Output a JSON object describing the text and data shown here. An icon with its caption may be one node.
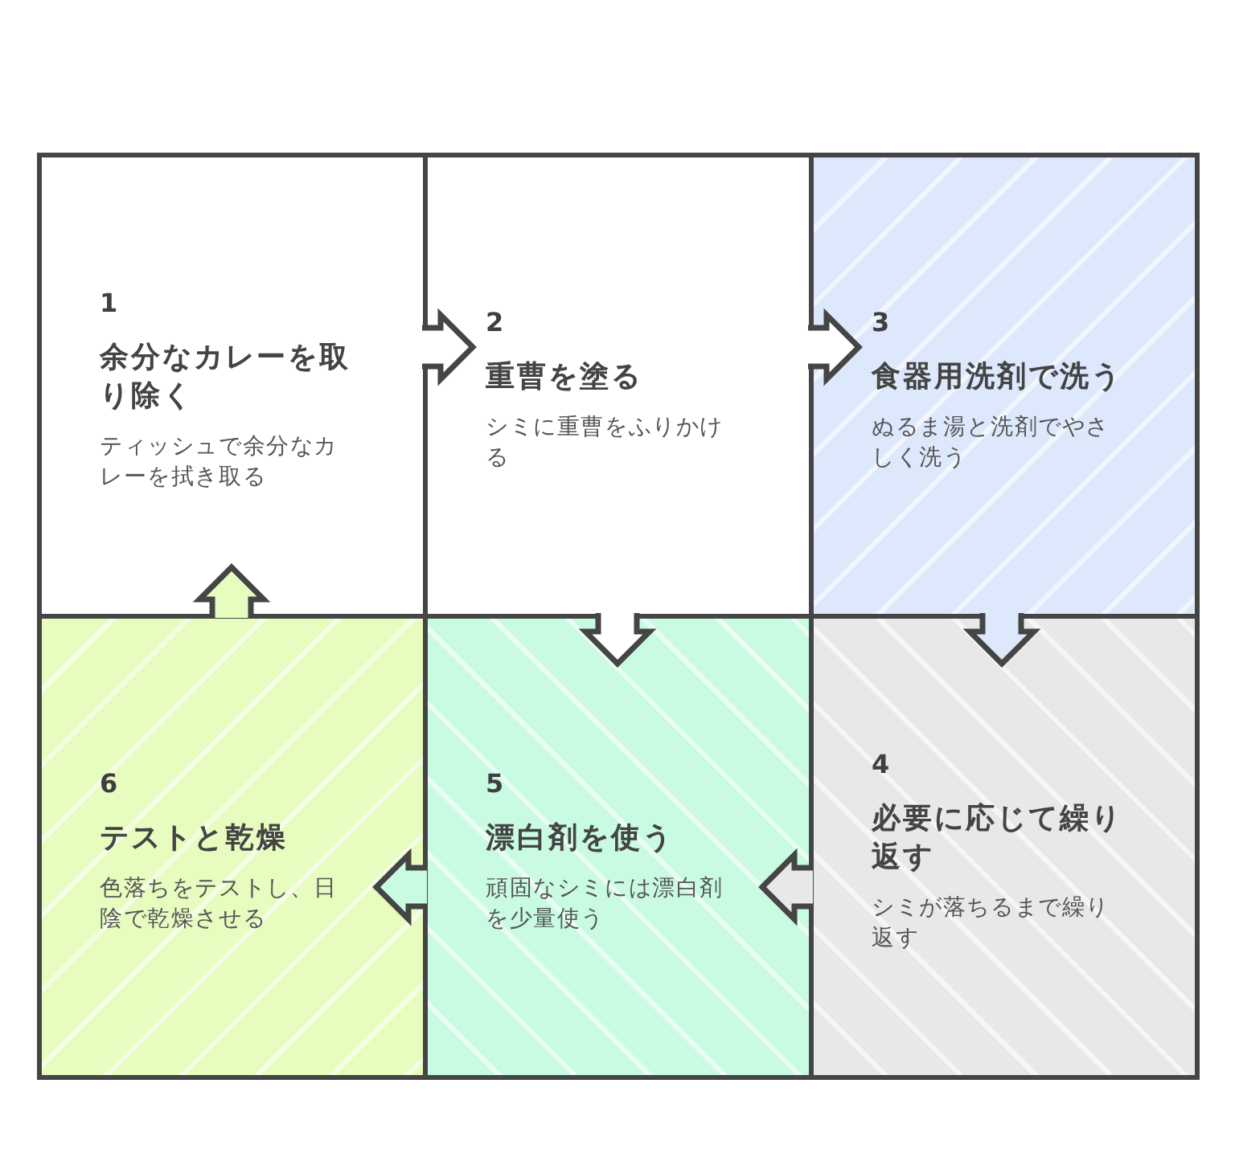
{
  "diagram": {
    "nodes": [
      {
        "text": [
          "1",
          "余分なカレーを取り除く",
          "ティッシュで余分なカレーを拭き取る"
        ]
      },
      {
        "text": [
          "2",
          "重曹を塗る",
          "シミに重曹をふりかける"
        ]
      },
      {
        "text": [
          "3",
          "食器用洗剤で洗う",
          "ぬるま湯と洗剤でやさしく洗う"
        ]
      },
      {
        "text": [
          "4",
          "必要に応じて繰り返す",
          "シミが落ちるまで繰り返す"
        ]
      },
      {
        "text": [
          "5",
          "漂白剤を使う",
          "頑固なシミには漂白剤を少量使う"
        ]
      },
      {
        "text": [
          "6",
          "テストと乾燥",
          "色落ちをテストし、日陰で乾燥させる"
        ]
      }
    ],
    "edges": [
      {
        "from": 0,
        "to": 1,
        "arrow": "to"
      },
      {
        "from": 1,
        "to": 2,
        "arrow": "to"
      },
      {
        "from": 1,
        "to": 4,
        "arrow": "to"
      },
      {
        "from": 2,
        "to": 3,
        "arrow": "to"
      },
      {
        "from": 3,
        "to": 4,
        "arrow": "to"
      },
      {
        "from": 4,
        "to": 5,
        "arrow": "to"
      },
      {
        "from": 5,
        "to": 0,
        "arrow": "to"
      }
    ]
  }
}
